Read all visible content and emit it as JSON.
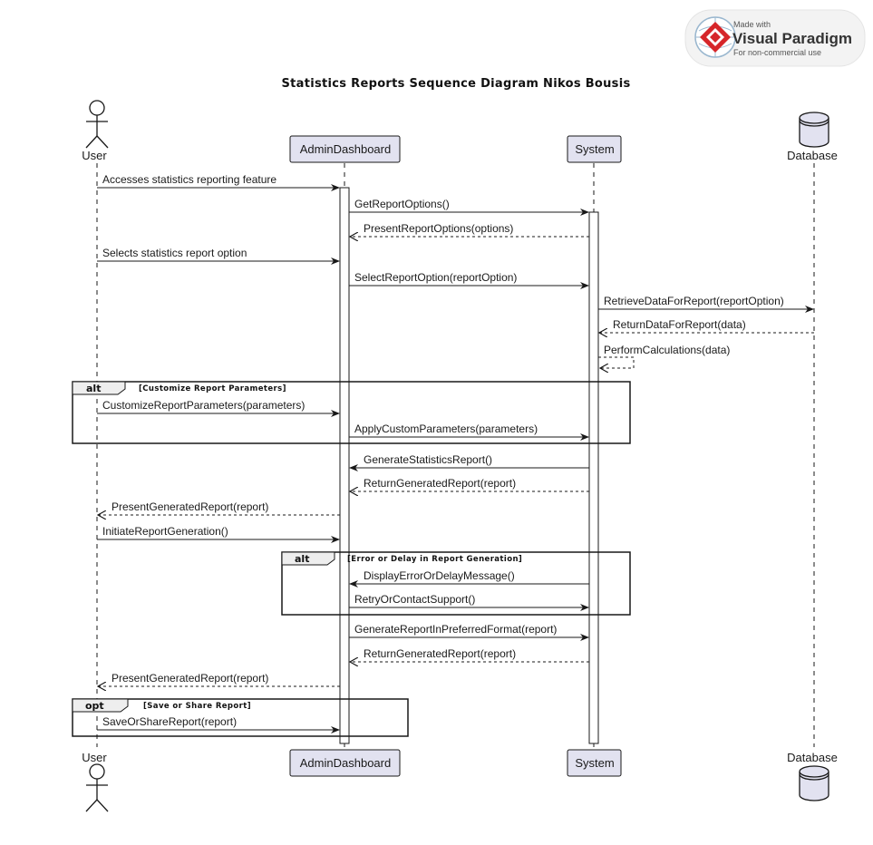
{
  "title": "Statistics Reports Sequence Diagram Nikos Bousis",
  "watermark": {
    "line1": "Made with",
    "line2": "Visual Paradigm",
    "line3": "For non-commercial use"
  },
  "participants": [
    {
      "id": "user",
      "label": "User",
      "kind": "actor"
    },
    {
      "id": "admin",
      "label": "AdminDashboard",
      "kind": "box"
    },
    {
      "id": "system",
      "label": "System",
      "kind": "box"
    },
    {
      "id": "db",
      "label": "Database",
      "kind": "database"
    }
  ],
  "messages": [
    {
      "from": "user",
      "to": "admin",
      "label": "Accesses statistics reporting feature",
      "style": "sync"
    },
    {
      "from": "admin",
      "to": "system",
      "label": "GetReportOptions()",
      "style": "sync"
    },
    {
      "from": "system",
      "to": "admin",
      "label": "PresentReportOptions(options)",
      "style": "return"
    },
    {
      "from": "user",
      "to": "admin",
      "label": "Selects statistics report option",
      "style": "sync"
    },
    {
      "from": "admin",
      "to": "system",
      "label": "SelectReportOption(reportOption)",
      "style": "sync"
    },
    {
      "from": "system",
      "to": "db",
      "label": "RetrieveDataForReport(reportOption)",
      "style": "sync"
    },
    {
      "from": "db",
      "to": "system",
      "label": "ReturnDataForReport(data)",
      "style": "return"
    },
    {
      "from": "system",
      "to": "system",
      "label": "PerformCalculations(data)",
      "style": "self"
    },
    {
      "from": "user",
      "to": "admin",
      "label": "CustomizeReportParameters(parameters)",
      "style": "sync"
    },
    {
      "from": "admin",
      "to": "system",
      "label": "ApplyCustomParameters(parameters)",
      "style": "sync"
    },
    {
      "from": "system",
      "to": "admin",
      "label": "GenerateStatisticsReport()",
      "style": "sync"
    },
    {
      "from": "system",
      "to": "admin",
      "label": "ReturnGeneratedReport(report)",
      "style": "return"
    },
    {
      "from": "admin",
      "to": "user",
      "label": "PresentGeneratedReport(report)",
      "style": "return"
    },
    {
      "from": "user",
      "to": "admin",
      "label": "InitiateReportGeneration()",
      "style": "sync"
    },
    {
      "from": "system",
      "to": "admin",
      "label": "DisplayErrorOrDelayMessage()",
      "style": "sync"
    },
    {
      "from": "admin",
      "to": "system",
      "label": "RetryOrContactSupport()",
      "style": "sync"
    },
    {
      "from": "admin",
      "to": "system",
      "label": "GenerateReportInPreferredFormat(report)",
      "style": "sync"
    },
    {
      "from": "system",
      "to": "admin",
      "label": "ReturnGeneratedReport(report)",
      "style": "return"
    },
    {
      "from": "admin",
      "to": "user",
      "label": "PresentGeneratedReport(report)",
      "style": "return"
    },
    {
      "from": "user",
      "to": "admin",
      "label": "SaveOrShareReport(report)",
      "style": "sync"
    }
  ],
  "fragments": [
    {
      "keyword": "alt",
      "guard": "[Customize Report Parameters]",
      "first_message": 8,
      "last_message": 9
    },
    {
      "keyword": "alt",
      "guard": "[Error or Delay in Report Generation]",
      "first_message": 14,
      "last_message": 15
    },
    {
      "keyword": "opt",
      "guard": "[Save or Share Report]",
      "first_message": 19,
      "last_message": 19
    }
  ],
  "colors": {
    "participant_fill": "#e2e2f0",
    "participant_stroke": "#181818",
    "lifeline": "#181818",
    "line": "#181818"
  }
}
